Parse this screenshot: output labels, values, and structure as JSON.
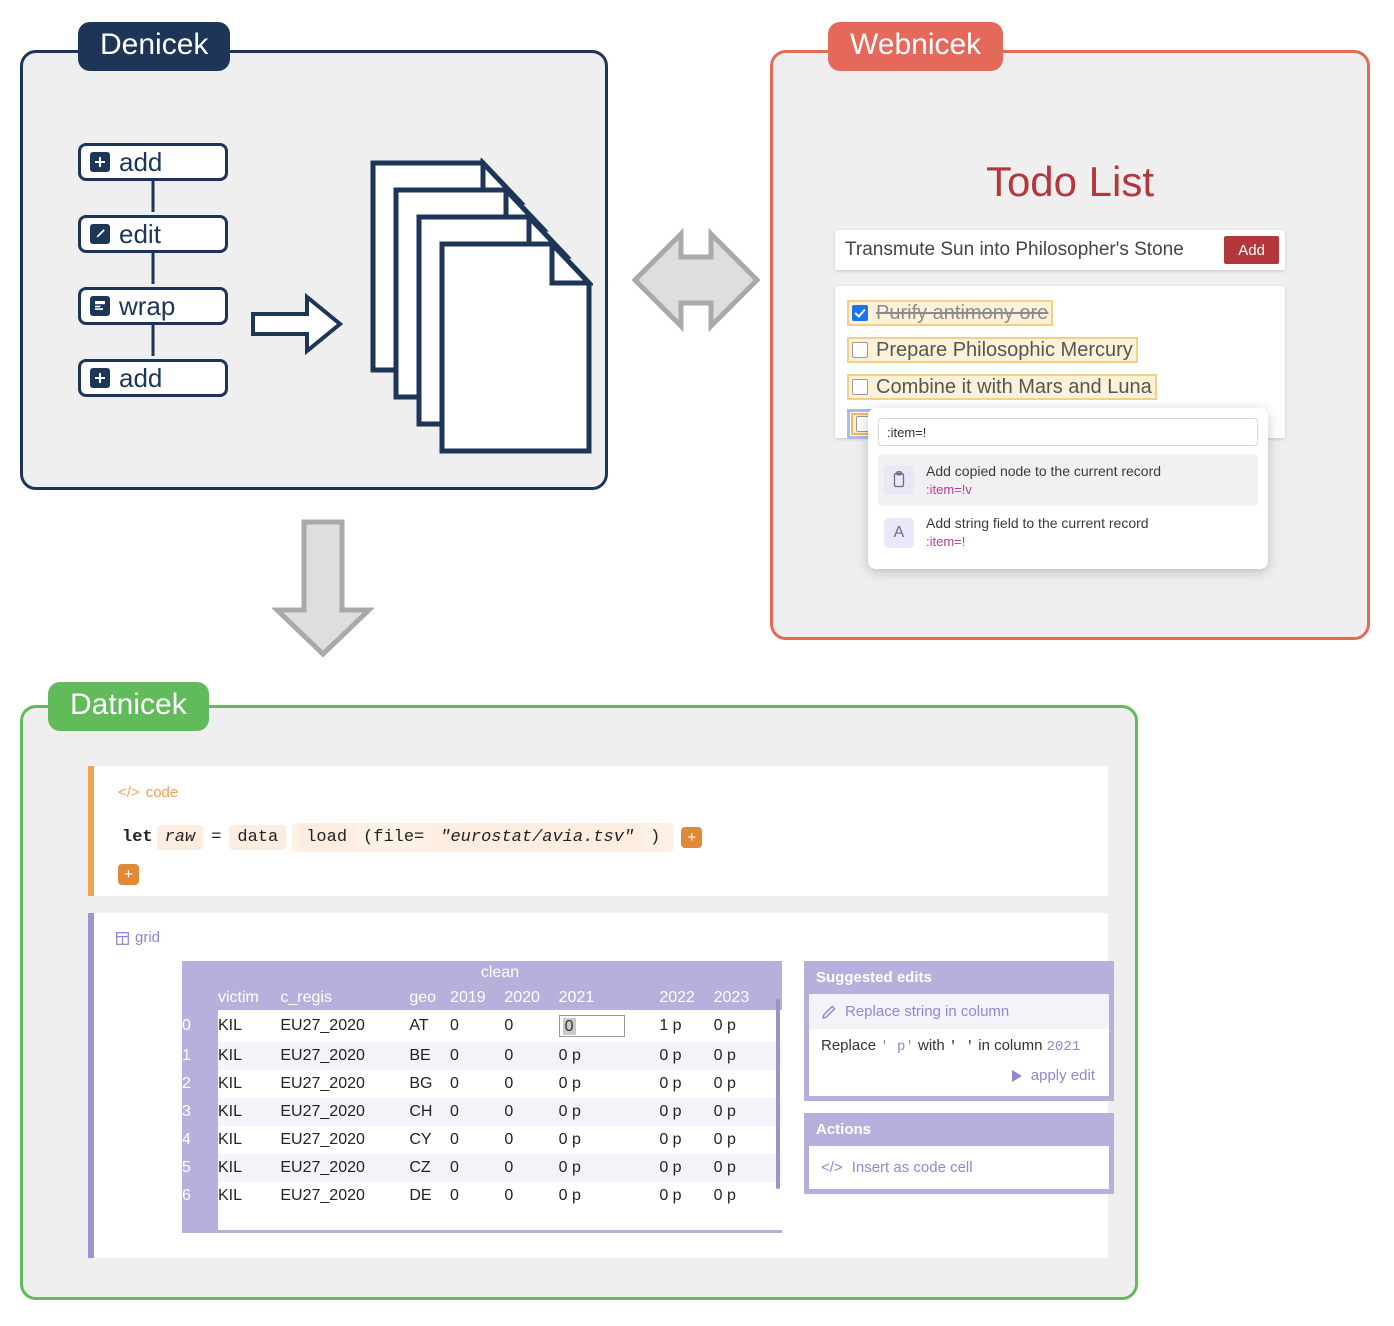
{
  "panels": {
    "denicek": {
      "label": "Denicek",
      "color": "#1d3557",
      "nodes": [
        {
          "label": "add",
          "icon": "plus-square-icon"
        },
        {
          "label": "edit",
          "icon": "pencil-square-icon"
        },
        {
          "label": "wrap",
          "icon": "list-square-icon"
        },
        {
          "label": "add",
          "icon": "plus-square-icon"
        }
      ]
    },
    "webnicek": {
      "label": "Webnicek",
      "color": "#e4695a",
      "title": "Todo List",
      "add_input_value": "Transmute Sun into Philosopher's Stone",
      "add_button": "Add",
      "items": [
        {
          "text": "Purify antimony ore",
          "checked": true,
          "highlight": true
        },
        {
          "text": "Prepare Philosophic Mercury",
          "checked": false,
          "highlight": true
        },
        {
          "text": "Combine it with Mars and Luna",
          "checked": false,
          "highlight": true
        },
        {
          "text": "",
          "checked": false,
          "highlight": true,
          "focused": true
        }
      ],
      "autocomplete": {
        "query": ":item=!",
        "options": [
          {
            "title": "Add copied node to the current record",
            "code": ":item=!v",
            "icon": "clipboard-icon",
            "active": true
          },
          {
            "title": "Add string field to the current record",
            "code": ":item=!",
            "icon": "letter-a-icon",
            "active": false
          }
        ]
      }
    },
    "datnicek": {
      "label": "Datnicek",
      "color": "#62bb5a",
      "code_cell": {
        "tag": "code",
        "tokens": {
          "let": "let",
          "var": "raw",
          "eq": "=",
          "ns": "data",
          "fn": "load",
          "argopen": "(file=",
          "arg": "\"eurostat/avia.tsv\"",
          "argclose": ")"
        },
        "plus_label": "+"
      },
      "grid_cell": {
        "tag": "grid",
        "group_header": "clean",
        "columns": [
          "victim",
          "c_regis",
          "geo",
          "2019",
          "2020",
          "2021",
          "2022",
          "2023"
        ],
        "rows": [
          {
            "idx": "0",
            "cells": [
              "KIL",
              "EU27_2020",
              "AT",
              "0",
              "0",
              "0",
              "1 p",
              "0 p"
            ],
            "editing_col": 5,
            "editing_value": "0"
          },
          {
            "idx": "1",
            "cells": [
              "KIL",
              "EU27_2020",
              "BE",
              "0",
              "0",
              "0 p",
              "0 p",
              "0 p"
            ]
          },
          {
            "idx": "2",
            "cells": [
              "KIL",
              "EU27_2020",
              "BG",
              "0",
              "0",
              "0 p",
              "0 p",
              "0 p"
            ]
          },
          {
            "idx": "3",
            "cells": [
              "KIL",
              "EU27_2020",
              "CH",
              "0",
              "0",
              "0 p",
              "0 p",
              "0 p"
            ]
          },
          {
            "idx": "4",
            "cells": [
              "KIL",
              "EU27_2020",
              "CY",
              "0",
              "0",
              "0 p",
              "0 p",
              "0 p"
            ]
          },
          {
            "idx": "5",
            "cells": [
              "KIL",
              "EU27_2020",
              "CZ",
              "0",
              "0",
              "0 p",
              "0 p",
              "0 p"
            ]
          },
          {
            "idx": "6",
            "cells": [
              "KIL",
              "EU27_2020",
              "DE",
              "0",
              "0",
              "0 p",
              "0 p",
              "0 p"
            ]
          }
        ]
      },
      "suggested_edits": {
        "header": "Suggested edits",
        "option": "Replace string in column",
        "desc_prefix": "Replace",
        "desc_find": "' p'",
        "desc_mid": "with",
        "desc_repl": "' '",
        "desc_suffix": "in column",
        "desc_column": "2021",
        "apply": "apply edit"
      },
      "actions": {
        "header": "Actions",
        "items": [
          "Insert as code cell"
        ]
      }
    }
  },
  "arrows": {
    "denicek_inner": "right-arrow-icon",
    "denicek_webnicek": "bidirectional-arrow-icon",
    "denicek_datnicek": "down-arrow-icon"
  }
}
